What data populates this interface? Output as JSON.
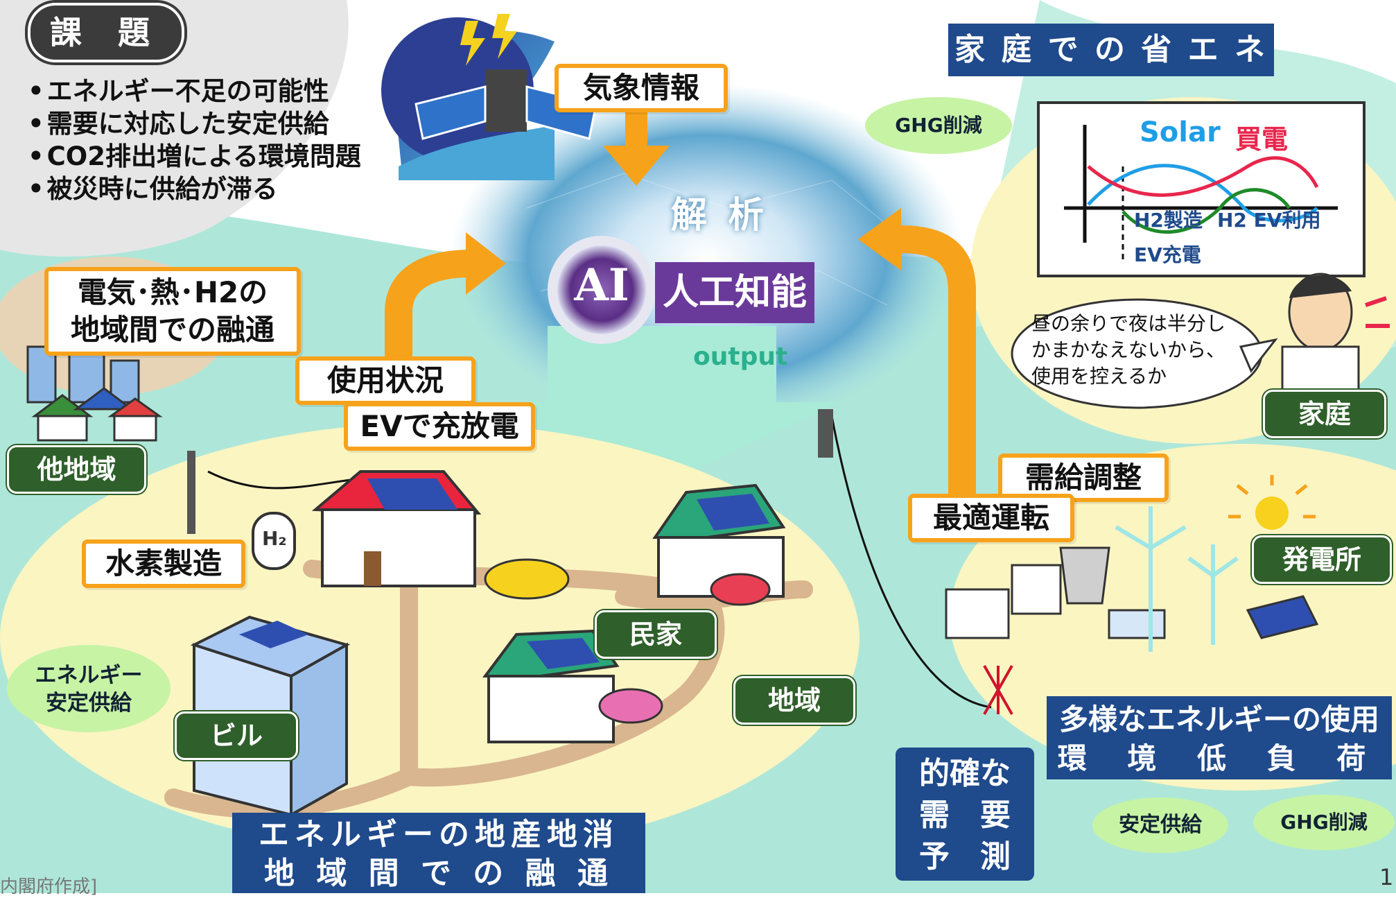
{
  "colors": {
    "orange": "#f7a21b",
    "navy": "#1f4a8c",
    "dark_green": "#2f5f2a",
    "bubble_green": "#c7f3a5",
    "purple": "#6a3a9a",
    "teal": "#aee7d9",
    "cream": "#fbf5c2",
    "pink_red": "#e8264c",
    "solar_blue": "#1f9ee6"
  },
  "issues": {
    "title": "課 題",
    "items": [
      "エネルギー不足の可能性",
      "需要に対応した安定供給",
      "CO2排出増による環境問題",
      "被災時に供給が滞る"
    ]
  },
  "center": {
    "weather": "気象情報",
    "analysis": "解 析",
    "ai_logo": "AI",
    "ai_label": "人工知能",
    "output": "output"
  },
  "left_labels": {
    "exchange_line1": "電気･熱･H2の",
    "exchange_line2": "地域間での融通",
    "other_region": "他地域",
    "usage": "使用状況",
    "ev": "EVで充放電",
    "hydrogen": "水素製造",
    "h2_tank": "H₂"
  },
  "community": {
    "house": "民家",
    "region": "地域",
    "building": "ビル",
    "energy_bubble_line1": "エネルギー",
    "energy_bubble_line2": "安定供給",
    "local_line1": "エネルギーの地産地消",
    "local_line2": "地 域 間 で の 融 通"
  },
  "home": {
    "title": "家 庭 で の 省 エ ネ",
    "ghg_bubble": "GHG削減",
    "chart_solar": "Solar",
    "chart_buy": "買電",
    "chart_h2": "H2製造",
    "chart_h2ev": "H2 EV利用",
    "chart_evcharge": "EV充電",
    "thought_line1": "昼の余りで夜は半分し",
    "thought_line2": "かまかなえないから、",
    "thought_line3": "使用を控えるか",
    "household": "家庭"
  },
  "plant": {
    "supply_demand": "需給調整",
    "optimal": "最適運転",
    "power_plant": "発電所",
    "diverse_line1": "多様なエネルギーの使用",
    "diverse_line2": "環 境 低 負 荷",
    "stable_bubble": "安定供給",
    "ghg_bubble": "GHG削減"
  },
  "forecast": {
    "line1": "的確な",
    "line2": "需　要",
    "line3": "予　測"
  },
  "footer": {
    "source": "内閣府作成]",
    "page_number": "1"
  }
}
